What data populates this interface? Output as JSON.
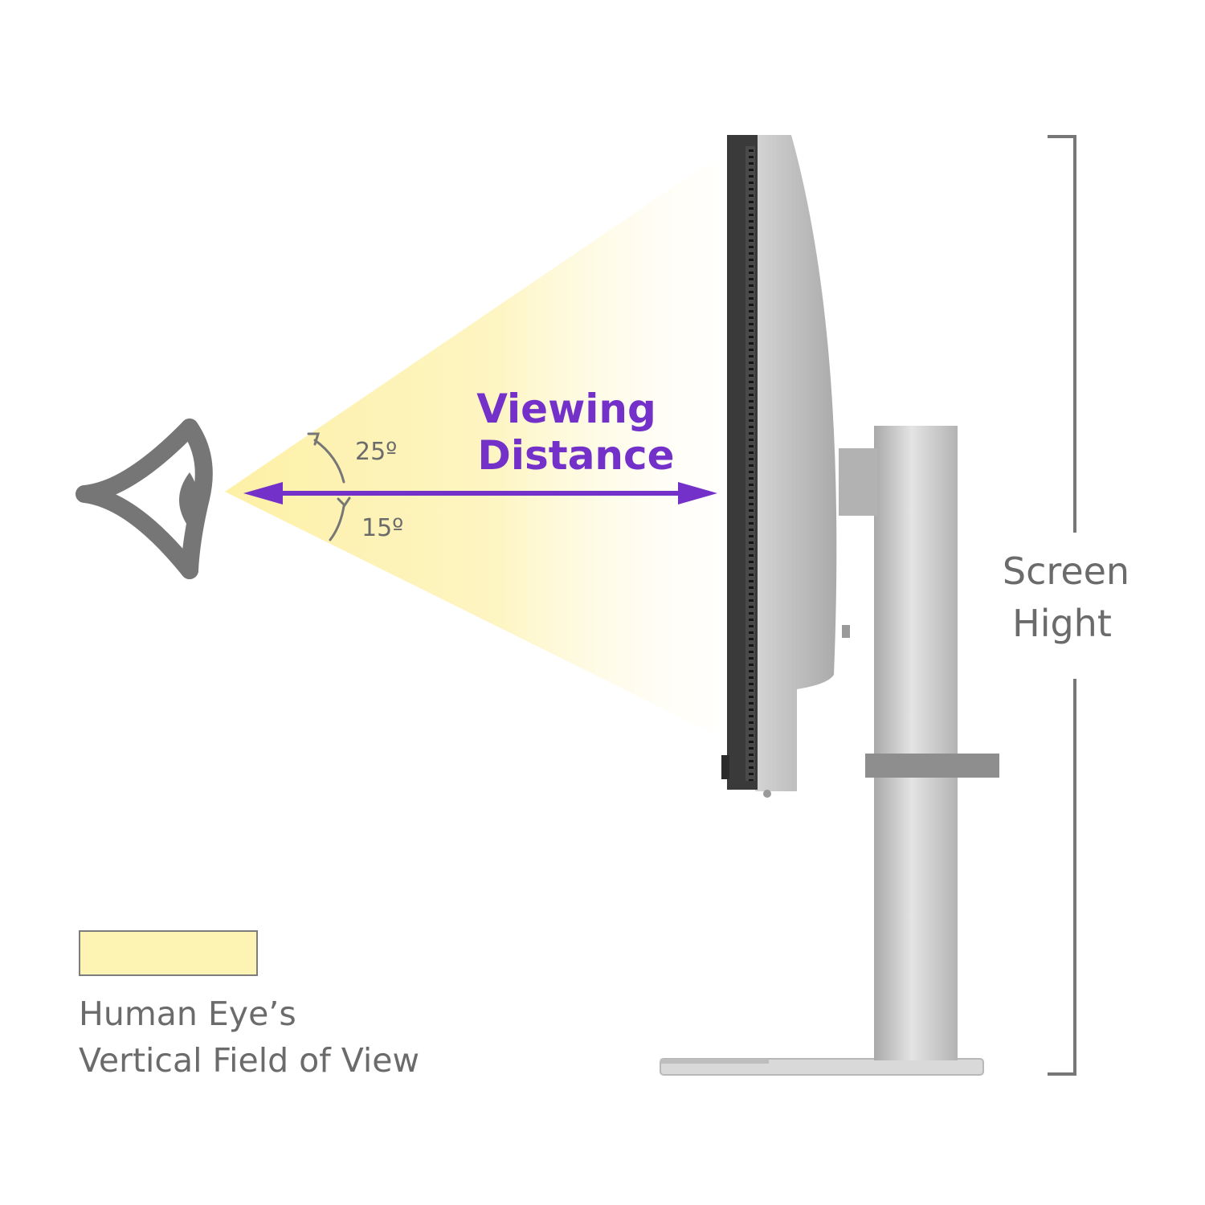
{
  "labels": {
    "viewing_line1": "Viewing",
    "viewing_line2": "Distance",
    "angle_up": "25º",
    "angle_down": "15º",
    "screen_line1": "Screen",
    "screen_line2": "Hight"
  },
  "legend": {
    "line1": "Human Eye’s",
    "line2": "Vertical Field of View",
    "swatch_color": "#fdf3b3"
  },
  "colors": {
    "accent_purple": "#7331c9",
    "text_gray": "#6b6b6b",
    "fov_yellow": "#fdf3b3",
    "eye_gray": "#767676",
    "monitor_silver": "#c9c9c9",
    "bezel_dark": "#3a3a3a"
  },
  "icons": {
    "eye": "eye-icon",
    "monitor": "monitor-side-icon"
  }
}
